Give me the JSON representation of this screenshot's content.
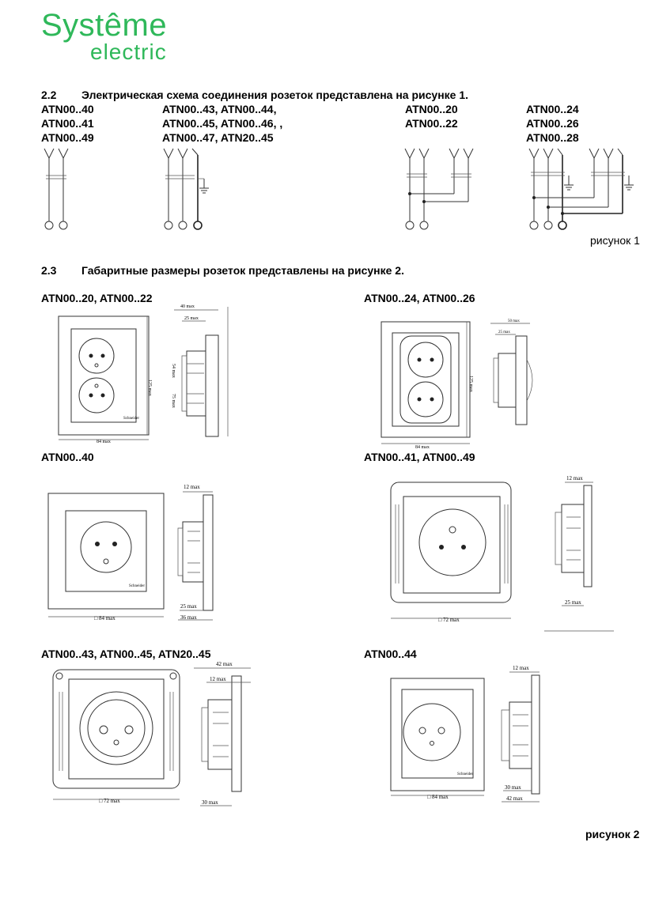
{
  "logo": {
    "top": "Systême",
    "bottom": "electric",
    "color": "#2fb85a"
  },
  "sec22": {
    "num": "2.2",
    "title": "Электрическая схема соединения розеток представлена на рисунке 1.",
    "col1": [
      "ATN00..40",
      "ATN00..41",
      "ATN00..49"
    ],
    "col2": [
      "ATN00..43, ATN00..44,",
      "ATN00..45, ATN00..46, ,",
      "ATN00..47, ATN20..45"
    ],
    "col3": [
      "ATN00..20",
      "ATN00..22"
    ],
    "col4": [
      "ATN00..24",
      "ATN00..26",
      "ATN00..28"
    ],
    "figure": "рисунок 1"
  },
  "sec23": {
    "num": "2.3",
    "title": "Габаритные размеры розеток представлены на рисунке 2.",
    "figure": "рисунок 2"
  },
  "drawings": [
    {
      "label": "ATN00..20, ATN00..22",
      "dims": [
        "40 max",
        "25 max",
        "54 max",
        "75 max",
        "84 max",
        "125 max"
      ]
    },
    {
      "label": "ATN00..24, ATN00..26",
      "dims": [
        "50 max",
        "25 max",
        "84 max",
        "125 max"
      ]
    },
    {
      "label": "ATN00..40",
      "dims": [
        "12 max",
        "25 max",
        "36 max",
        "□ 84 max"
      ]
    },
    {
      "label": "ATN00..41, ATN00..49",
      "dims": [
        "12 max",
        "25 max",
        "□ 72 max"
      ]
    },
    {
      "label": "ATN00..43, ATN00..45, ATN20..45",
      "dims": [
        "42 max",
        "12 max",
        "30 max",
        "□ 72 max"
      ]
    },
    {
      "label": "ATN00..44",
      "dims": [
        "12 max",
        "30 max",
        "42 max",
        "□ 84 max"
      ]
    }
  ],
  "brand_mark": "Schneider"
}
